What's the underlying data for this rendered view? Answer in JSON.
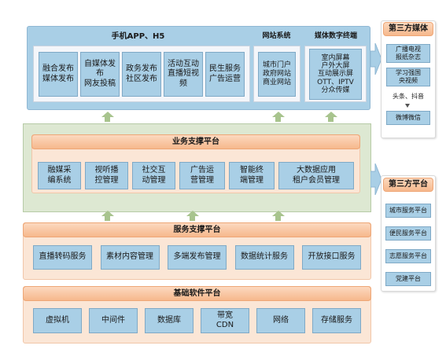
{
  "top": {
    "app_title": "手机APP、H5",
    "app_items": [
      "融合发布\n媒体发布",
      "自媒体发布\n网友投稿",
      "政务发布\n社区发布",
      "活动互动\n直播短视频",
      "民生服务\n广告运营"
    ],
    "web_title": "网站系统",
    "web_item": "城市门户\n政府网站\n商业网站",
    "terminal_title": "媒体数字终端",
    "terminal_item": "室内屏幕\n户外大屏\n互动展示屏\nOTT、IPTV\n分众传媒"
  },
  "business": {
    "title": "业务支撑平台",
    "items": [
      "融媒采\n编系统",
      "视听播\n控管理",
      "社交互\n动管理",
      "广告运\n营管理",
      "智能终\n端管理",
      "大数据应用\n租户会员管理"
    ]
  },
  "service": {
    "title": "服务支撑平台",
    "items": [
      "直播转码服务",
      "素材内容管理",
      "多端发布管理",
      "数据统计服务",
      "开放接口服务"
    ]
  },
  "basic": {
    "title": "基础软件平台",
    "items": [
      "虚拟机",
      "中间件",
      "数据库",
      "带宽\nCDN",
      "网络",
      "存储服务"
    ]
  },
  "media3": {
    "title": "第三方媒体",
    "items": [
      "广播电视\n报纸杂志",
      "学习强国\n央视频",
      "头条、抖音",
      "微博微信"
    ]
  },
  "platform3": {
    "title": "第三方平台",
    "items": [
      "城市服务平台",
      "便民服务平台",
      "志愿服务平台",
      "党建平台"
    ]
  },
  "colors": {
    "box_blue": "#a9cfe6",
    "header_orange": "#f6b88c",
    "arrow_green": "#a8c48e"
  }
}
